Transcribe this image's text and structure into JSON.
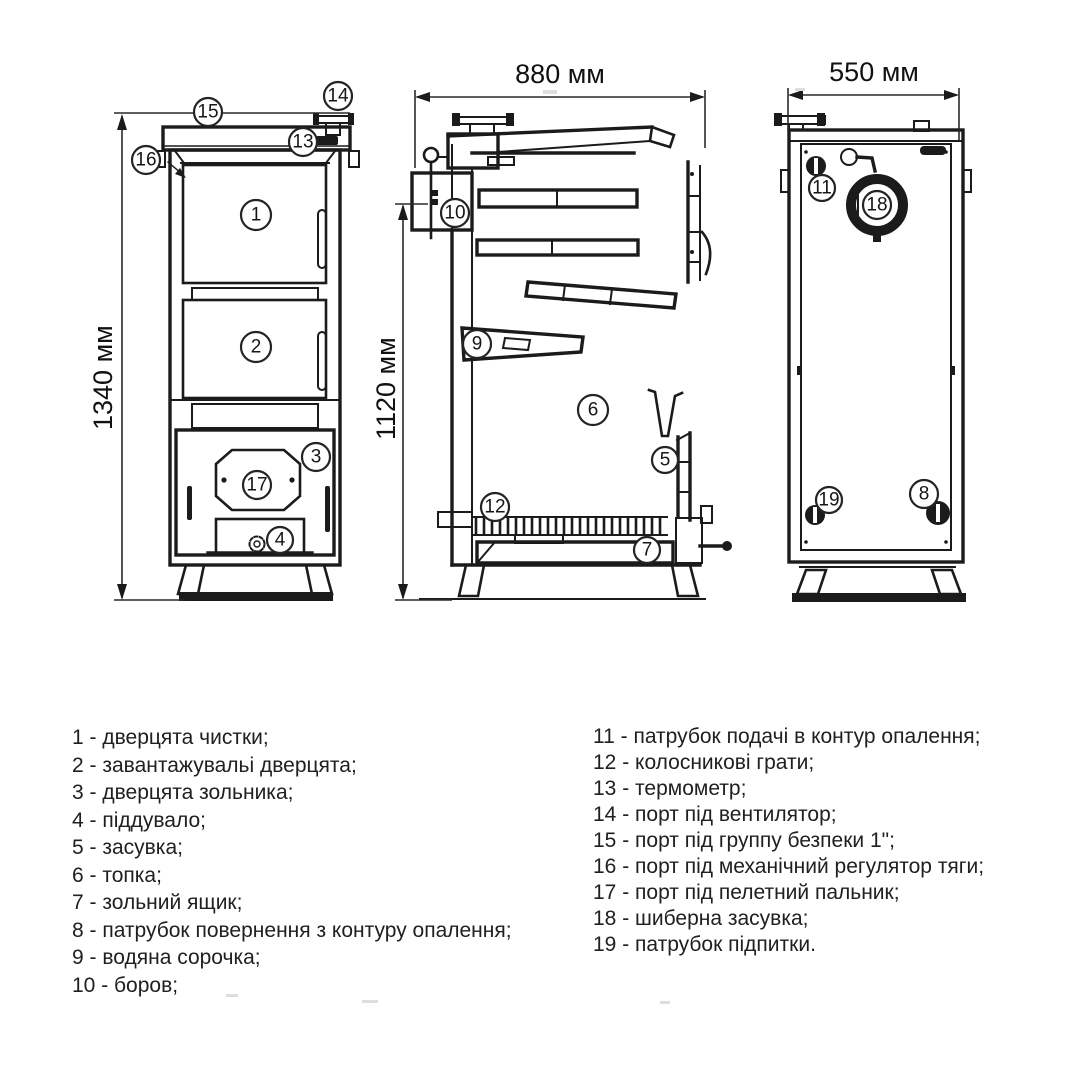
{
  "drawing_title": "solid-fuel boiler technical drawing, three views",
  "dimensions": {
    "height_front": "1340 мм",
    "height_section": "1120 мм",
    "width_section": "880 мм",
    "width_back": "550 мм"
  },
  "callouts": [
    "1",
    "2",
    "3",
    "4",
    "5",
    "6",
    "7",
    "8",
    "9",
    "10",
    "11",
    "12",
    "13",
    "14",
    "15",
    "16",
    "17",
    "18",
    "19"
  ],
  "legend": {
    "left": [
      "1 - дверцята чистки;",
      "2 - завантажувальі дверцята;",
      "3 - дверцята зольника;",
      "4 - піддувало;",
      "5 - засувка;",
      "6 - топка;",
      "7 - зольний ящик;",
      "8 - патрубок повернення з контуру опалення;",
      "9 - водяна сорочка;",
      "10 - боров;"
    ],
    "right": [
      "11 - патрубок подачі в контур опалення;",
      "12 - колосникові грати;",
      "13 - термометр;",
      "14 - порт під вентилятор;",
      "15 - порт під группу безпеки 1\";",
      "16 - порт під механічний регулятор тяги;",
      "17 - порт під пелетний пальник;",
      "18 - шиберна засувка;",
      "19 - патрубок підпитки."
    ]
  }
}
